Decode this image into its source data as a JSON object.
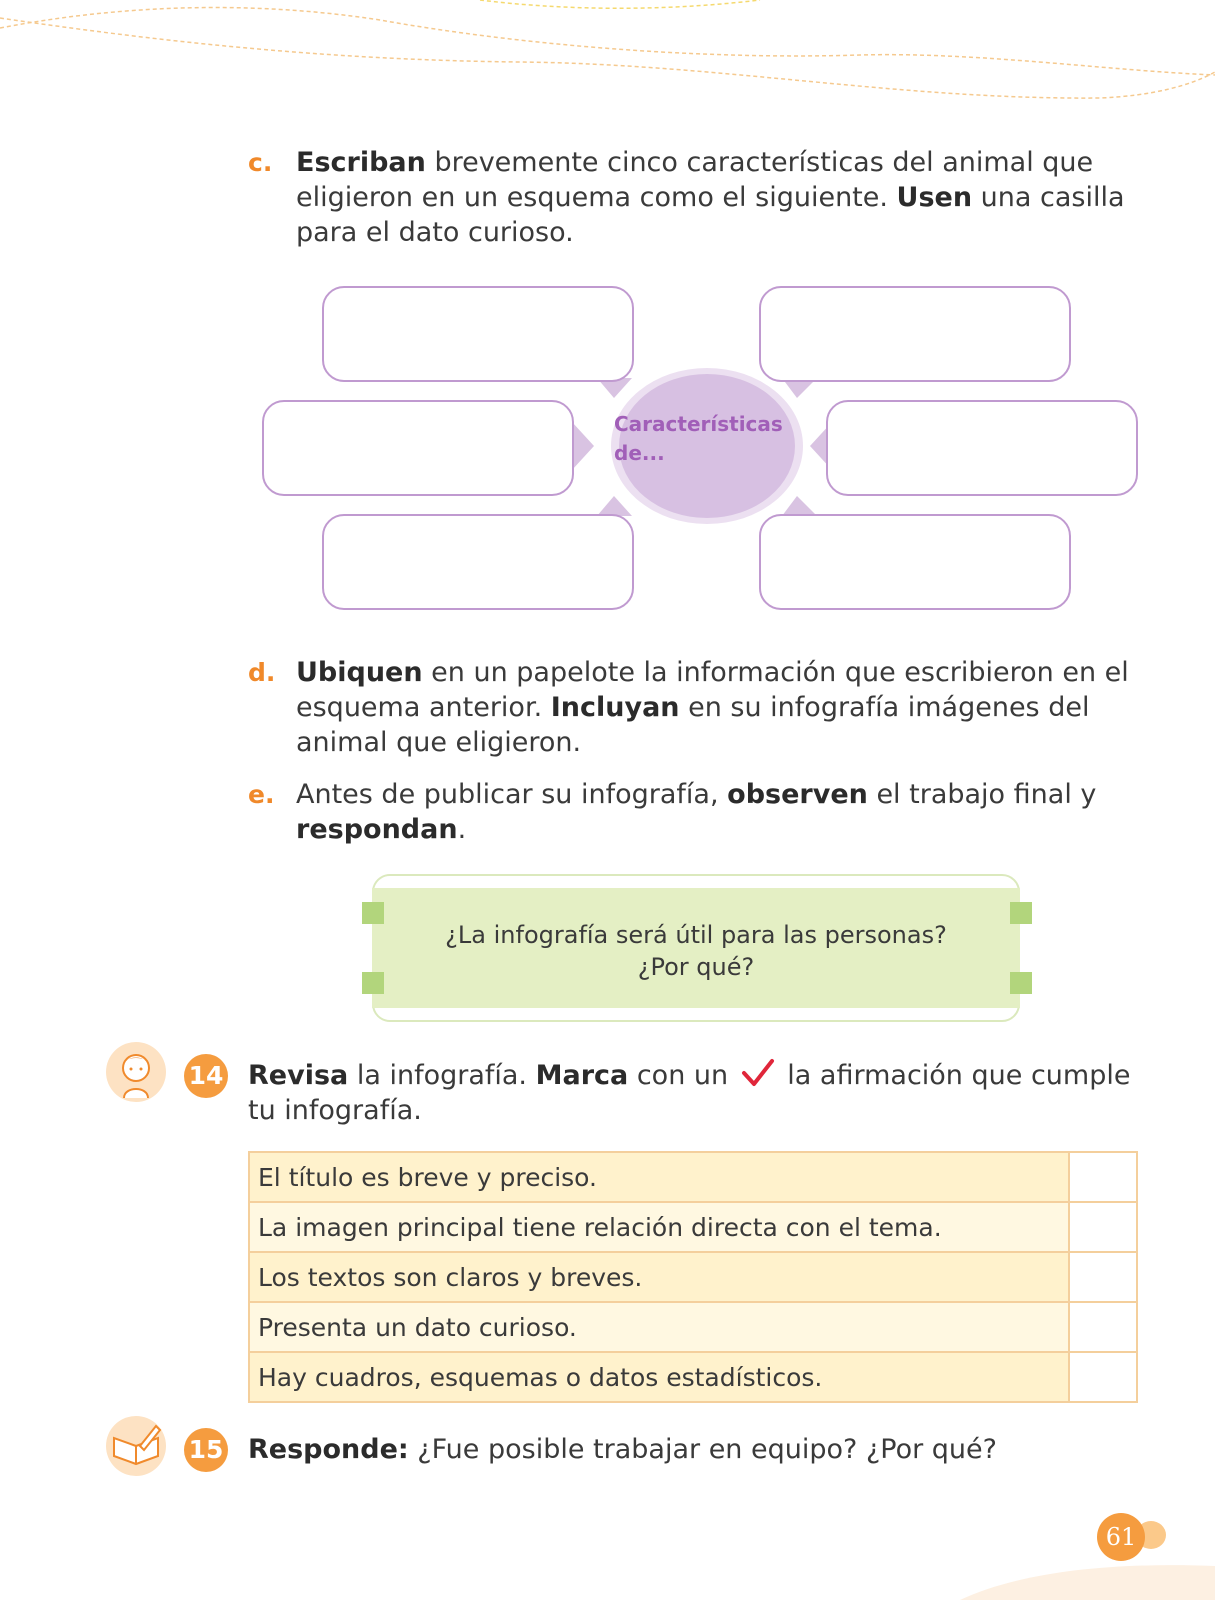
{
  "item_c": {
    "letter": "c.",
    "verb1": "Escriban",
    "text1": " brevemente cinco características del animal que eligieron en un esquema como el siguiente. ",
    "verb2": "Usen",
    "text2": " una casilla para el dato curioso."
  },
  "scheme": {
    "center_label": "Características de...",
    "box_count": 6
  },
  "item_d": {
    "letter": "d.",
    "verb1": "Ubiquen",
    "text1": " en un papelote la información que escribieron en el esquema anterior. ",
    "verb2": "Incluyan",
    "text2": " en su infografía imágenes del animal que eligieron."
  },
  "item_e": {
    "letter": "e.",
    "text1": "Antes de publicar su infografía, ",
    "verb1": "observen",
    "text2": " el trabajo final y ",
    "verb2": "respondan",
    "text3": "."
  },
  "note": {
    "line1": "¿La infografía será útil para las personas?",
    "line2": "¿Por qué?"
  },
  "activity_14": {
    "number": "14",
    "verb1": "Revisa",
    "text1": " la infografía. ",
    "verb2": "Marca",
    "text2": " con un ",
    "text3": " la afirmación que cumple tu infografía.",
    "icon": "check-icon",
    "checklist": [
      "El título es breve y preciso.",
      "La imagen principal tiene relación directa con el tema.",
      "Los textos son claros y breves.",
      "Presenta un dato curioso.",
      "Hay cuadros, esquemas o datos estadísticos."
    ]
  },
  "activity_15": {
    "number": "15",
    "verb": "Responde:",
    "text": " ¿Fue posible trabajar en equipo? ¿Por qué?"
  },
  "page_number": "61",
  "colors": {
    "accent_orange": "#f59c3f",
    "scheme_purple": "#c09ad0",
    "note_green": "#e4efc4",
    "table_yellow": "#fff2cc"
  }
}
